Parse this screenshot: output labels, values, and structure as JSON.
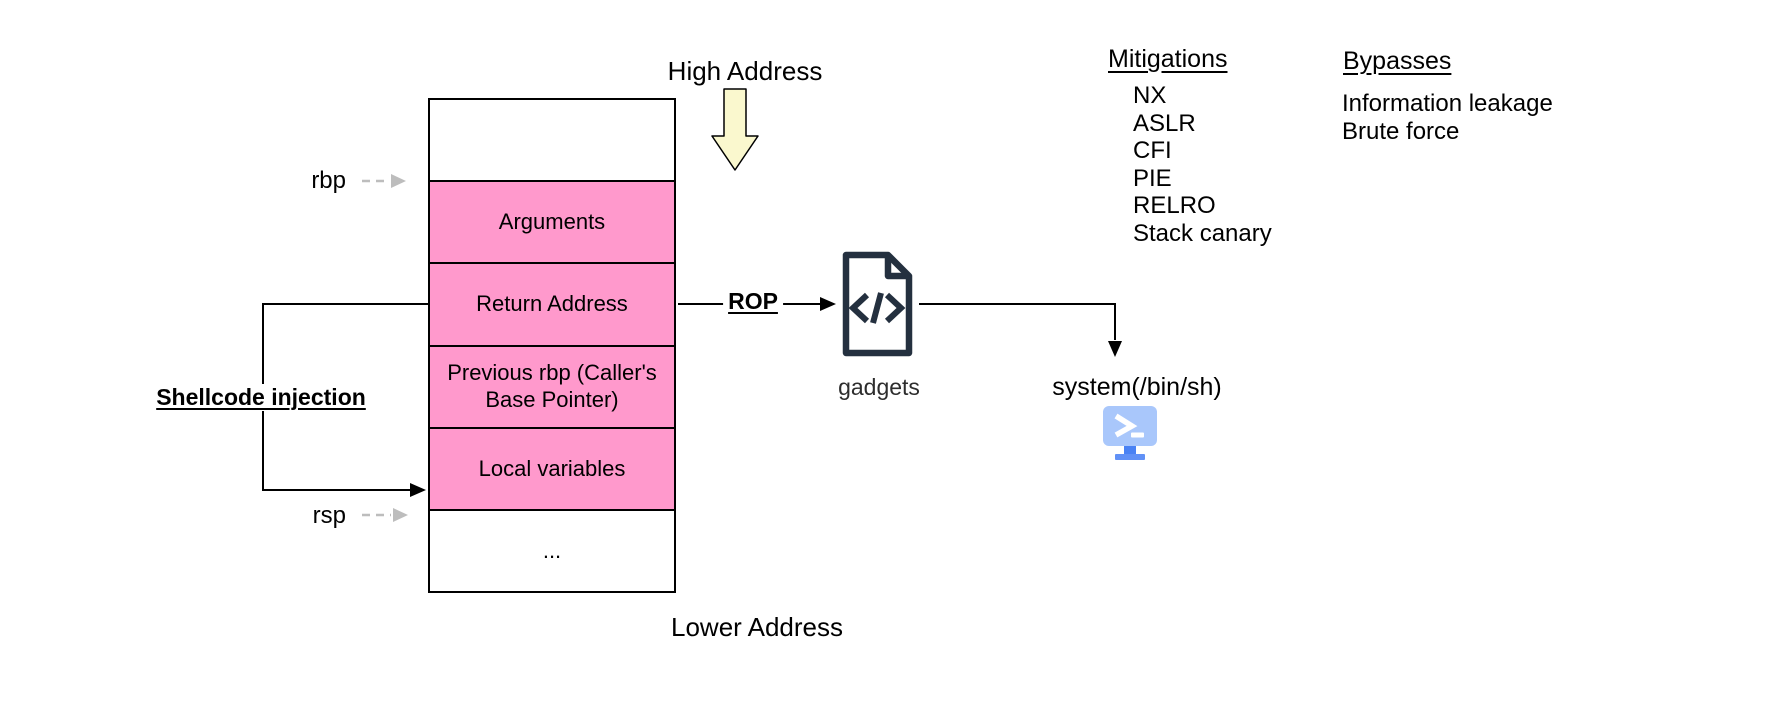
{
  "stack": {
    "high_address_label": "High Address",
    "lower_address_label": "Lower Address",
    "cells": [
      {
        "label": "",
        "filled": false
      },
      {
        "label": "Arguments",
        "filled": true
      },
      {
        "label": "Return Address",
        "filled": true
      },
      {
        "label": "Previous rbp (Caller's Base Pointer)",
        "filled": true
      },
      {
        "label": "Local variables",
        "filled": true
      },
      {
        "label": "...",
        "filled": false
      }
    ],
    "registers": {
      "rbp": "rbp",
      "rsp": "rsp"
    }
  },
  "annotations": {
    "shellcode": "Shellcode injection",
    "rop": "ROP",
    "gadgets_caption": "gadgets",
    "system_call": "system(/bin/sh)"
  },
  "mitigations": {
    "heading": "Mitigations",
    "items": [
      "NX",
      "ASLR",
      "CFI",
      "PIE",
      "RELRO",
      "Stack canary"
    ]
  },
  "bypasses": {
    "heading": "Bypasses",
    "items": [
      "Information leakage",
      "Brute force"
    ]
  },
  "colors": {
    "cell_pink": "#FF99CC",
    "arrow_yellow": "#FAF8CE",
    "line_black": "#000000",
    "dashed_gray": "#BDBDBD",
    "icon_navy": "#24303F",
    "terminal_screen": "#A9C7FB",
    "terminal_stand": "#4A82F4",
    "terminal_base": "#6191F6"
  }
}
